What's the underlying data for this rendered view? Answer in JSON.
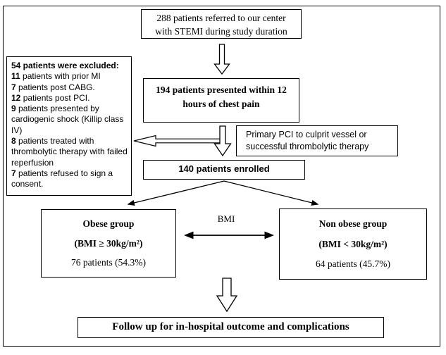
{
  "colors": {
    "line": "#000000",
    "background": "#ffffff"
  },
  "boxes": {
    "referred": {
      "line1": "288 patients referred to our center",
      "line2": "with STEMI during study duration"
    },
    "excluded": {
      "title": "54 patients were excluded:",
      "items": [
        {
          "n": "11",
          "text": " patients with prior MI"
        },
        {
          "n": "7",
          "text": " patients post CABG."
        },
        {
          "n": "12",
          "text": " patients post PCI."
        },
        {
          "n": "9",
          "text": " patients presented by cardiogenic shock (Killip class IV)"
        },
        {
          "n": "8",
          "text": " patients treated with thrombolytic therapy with failed reperfusion"
        },
        {
          "n": "7",
          "text": " patients refused to sign a consent."
        }
      ]
    },
    "presented": {
      "line1": "194 patients presented within 12",
      "line2": "hours of chest pain"
    },
    "pci": {
      "line1": "Primary PCI to culprit vessel or",
      "line2": "successful thrombolytic therapy"
    },
    "enrolled": {
      "label": "140 patients enrolled"
    },
    "obese": {
      "title": "Obese group",
      "criteria": "(BMI ≥ 30kg/m²)",
      "count": "76 patients (54.3%)"
    },
    "nonobese": {
      "title": "Non obese group",
      "criteria": "(BMI < 30kg/m²)",
      "count": "64 patients (45.7%)"
    },
    "followup": {
      "label": "Follow up for in-hospital outcome and complications"
    }
  },
  "labels": {
    "bmi": "BMI"
  }
}
